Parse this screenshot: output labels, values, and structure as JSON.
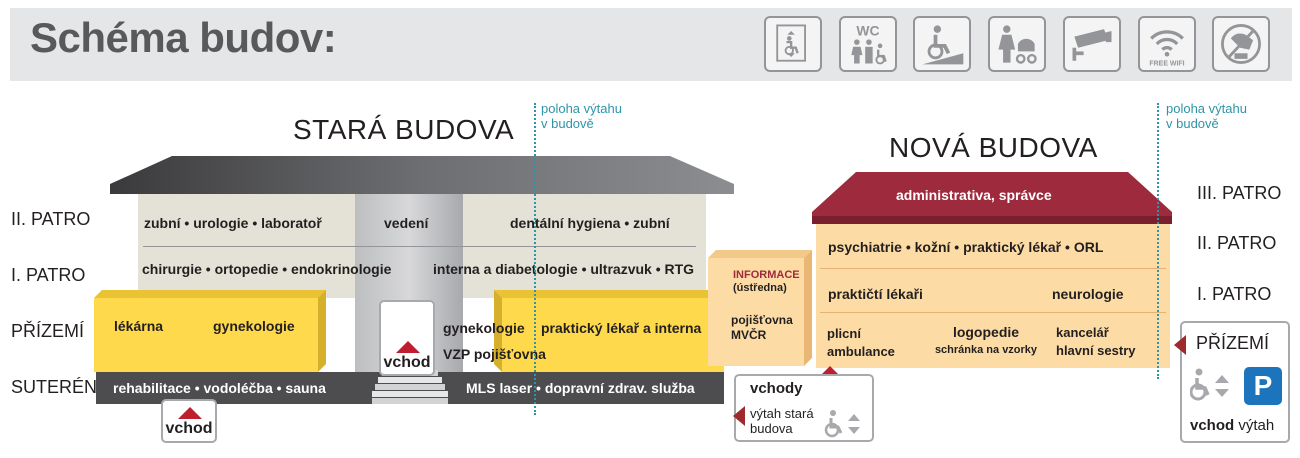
{
  "header": {
    "title": "Schéma budov:",
    "icons": [
      {
        "name": "elevator-icon"
      },
      {
        "name": "wc-icon",
        "text": "WC"
      },
      {
        "name": "wheelchair-ramp-icon"
      },
      {
        "name": "mother-child-icon"
      },
      {
        "name": "camera-icon"
      },
      {
        "name": "free-wifi-icon",
        "text": "FREE WIFI"
      },
      {
        "name": "no-tipping-icon"
      }
    ]
  },
  "old_building": {
    "title": "STARÁ BUDOVA",
    "elevator_note": [
      "poloha výtahu",
      "v budově"
    ],
    "floor2_left": "zubní • urologie • laboratoř",
    "floor2_center": "vedení",
    "floor2_right": "dentální hygiena • zubní",
    "floor1_left": "chirurgie • ortopedie • endokrinologie",
    "floor1_right": "interna a diabetologie • ultrazvuk • RTG",
    "ground_left_1": "lékárna",
    "ground_left_2": "gynekologie",
    "ground_right_1": "gynekologie",
    "ground_right_2": "praktický lékař a interna",
    "ground_right_3": "VZP pojišťovna",
    "basement_left": "rehabilitace • vodoléčba • sauna",
    "basement_right": "MLS laser • dopravní zdrav. služba",
    "entry_main": "vchod",
    "entry_basement": "vchod"
  },
  "connector": {
    "info_title": "INFORMACE",
    "info_sub": "(ústředna)",
    "insurance": [
      "pojišťovna",
      "MVČR"
    ]
  },
  "new_building": {
    "title": "NOVÁ BUDOVA",
    "elevator_note": [
      "poloha výtahu",
      "v budově"
    ],
    "roof": "administrativa, správce",
    "floor2": "psychiatrie • kožní • praktický lékař • ORL",
    "floor1_left": "praktičtí lékaři",
    "floor1_right": "neurologie",
    "ground_a1": "plicní",
    "ground_a2": "ambulance",
    "ground_b1": "logopedie",
    "ground_b2": "schránka na vzorky",
    "ground_c1": "kancelář",
    "ground_c2": "hlavní sestry"
  },
  "floors_left": [
    "II. PATRO",
    "I. PATRO",
    "PŘÍZEMÍ",
    "SUTERÉN"
  ],
  "floors_right": [
    "III. PATRO",
    "II. PATRO",
    "I. PATRO"
  ],
  "entries": {
    "middle_title": "vchody",
    "middle_sub": [
      "výtah stará",
      "budova"
    ],
    "right_title": "PŘÍZEMÍ",
    "right_entry": "vchod",
    "right_elevator": "výtah",
    "parking": "P"
  },
  "colors": {
    "wall": "#e4e1d6",
    "yellow": "#fdd94b",
    "basement": "#4d4d4f",
    "new_wall": "#fcdca4",
    "roof_new": "#9e2a3d",
    "accent_red": "#be1e2d",
    "elevator_line": "#2e95a8"
  }
}
